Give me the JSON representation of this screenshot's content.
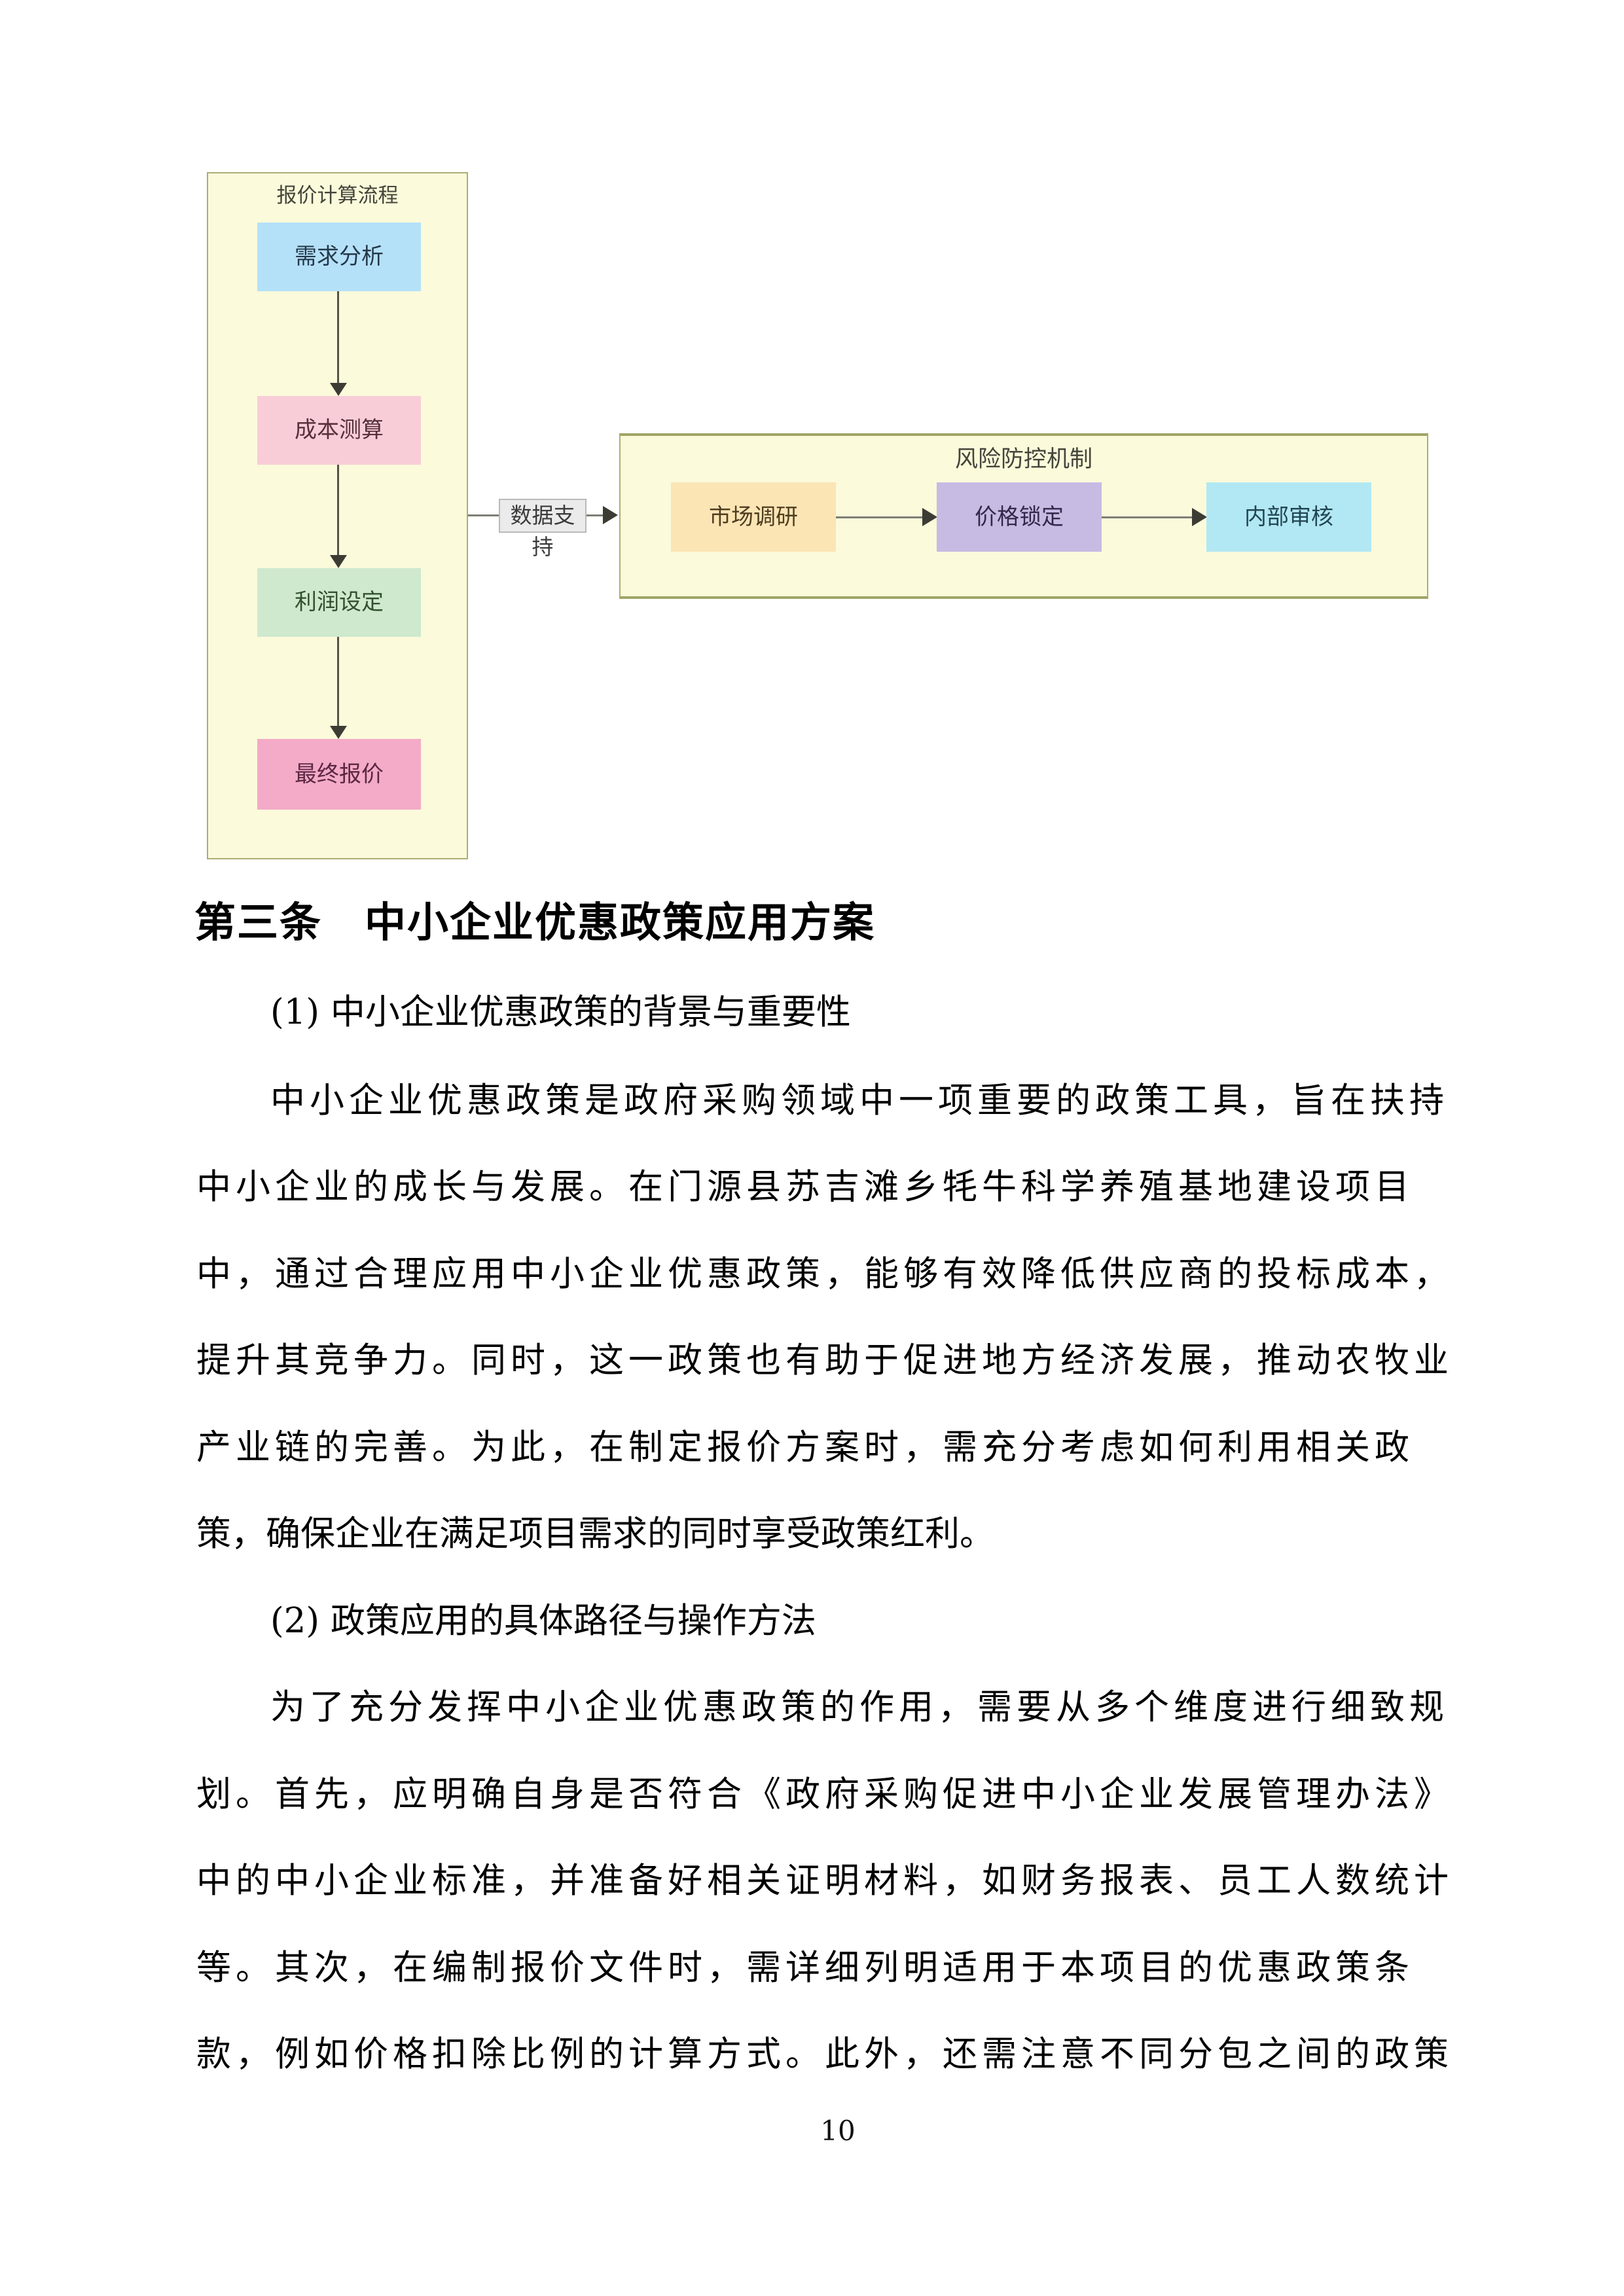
{
  "flowchart_left": {
    "title": "报价计算流程",
    "container_fill": "#fbfadb",
    "container_border": "#abae74",
    "steps": [
      {
        "label": "需求分析",
        "fill": "#b5e1f8",
        "text_color": "#24384a"
      },
      {
        "label": "成本测算",
        "fill": "#f9cdd8",
        "text_color": "#57303c"
      },
      {
        "label": "利润设定",
        "fill": "#cfe9cf",
        "text_color": "#31502f"
      },
      {
        "label": "最终报价",
        "fill": "#f3abc7",
        "text_color": "#5c2743"
      }
    ]
  },
  "connector": {
    "label": "数据支持",
    "label_fill": "#ebebeb",
    "label_border": "#b9b9b9",
    "line_color": "#7d7d75"
  },
  "flowchart_right": {
    "title": "风险防控机制",
    "container_fill": "#fbfadb",
    "container_border": "#9fa465",
    "steps": [
      {
        "label": "市场调研",
        "fill": "#fbe5b5",
        "text_color": "#4f3d20"
      },
      {
        "label": "价格锁定",
        "fill": "#c8bbe3",
        "text_color": "#33284a"
      },
      {
        "label": "内部审核",
        "fill": "#b2e8f3",
        "text_color": "#224653"
      }
    ]
  },
  "document": {
    "heading": "第三条　中小企业优惠政策应用方案",
    "lines": [
      "(1) 中小企业优惠政策的背景与重要性",
      "中小企业优惠政策是政府采购领域中一项重要的政策工具，旨在扶持",
      "中小企业的成长与发展。在门源县苏吉滩乡牦牛科学养殖基地建设项目",
      "中，通过合理应用中小企业优惠政策，能够有效降低供应商的投标成本，",
      "提升其竞争力。同时，这一政策也有助于促进地方经济发展，推动农牧业",
      "产业链的完善。为此，在制定报价方案时，需充分考虑如何利用相关政",
      "策，确保企业在满足项目需求的同时享受政策红利。",
      "(2) 政策应用的具体路径与操作方法",
      "为了充分发挥中小企业优惠政策的作用，需要从多个维度进行细致规",
      "划。首先，应明确自身是否符合《政府采购促进中小企业发展管理办法》",
      "中的中小企业标准，并准备好相关证明材料，如财务报表、员工人数统计",
      "等。其次，在编制报价文件时，需详细列明适用于本项目的优惠政策条",
      "款，例如价格扣除比例的计算方式。此外，还需注意不同分包之间的政策"
    ],
    "page_number": "10"
  }
}
